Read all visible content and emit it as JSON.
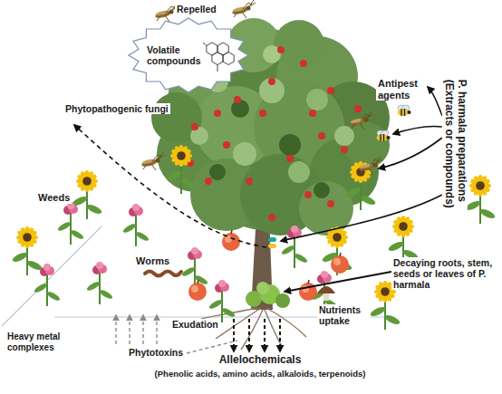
{
  "diagram": {
    "nodes": [
      {
        "text": [
          "Volatile compounds"
        ]
      }
    ],
    "labels": [
      "Repelled",
      "Antipest agents",
      "P. harmala preparations (Extracts or compounds)",
      "Phytopathogenic fungi",
      "Weeds",
      "Worms",
      "Exudation",
      "Phytotoxins",
      "Heavy metal complexes",
      "Allelochemicals",
      "(Phenolic acids, amino acids, alkaloids, terpenoids)",
      "Nutrients uptake",
      "Decaying roots, stem, seeds or leaves of P. harmala"
    ]
  }
}
